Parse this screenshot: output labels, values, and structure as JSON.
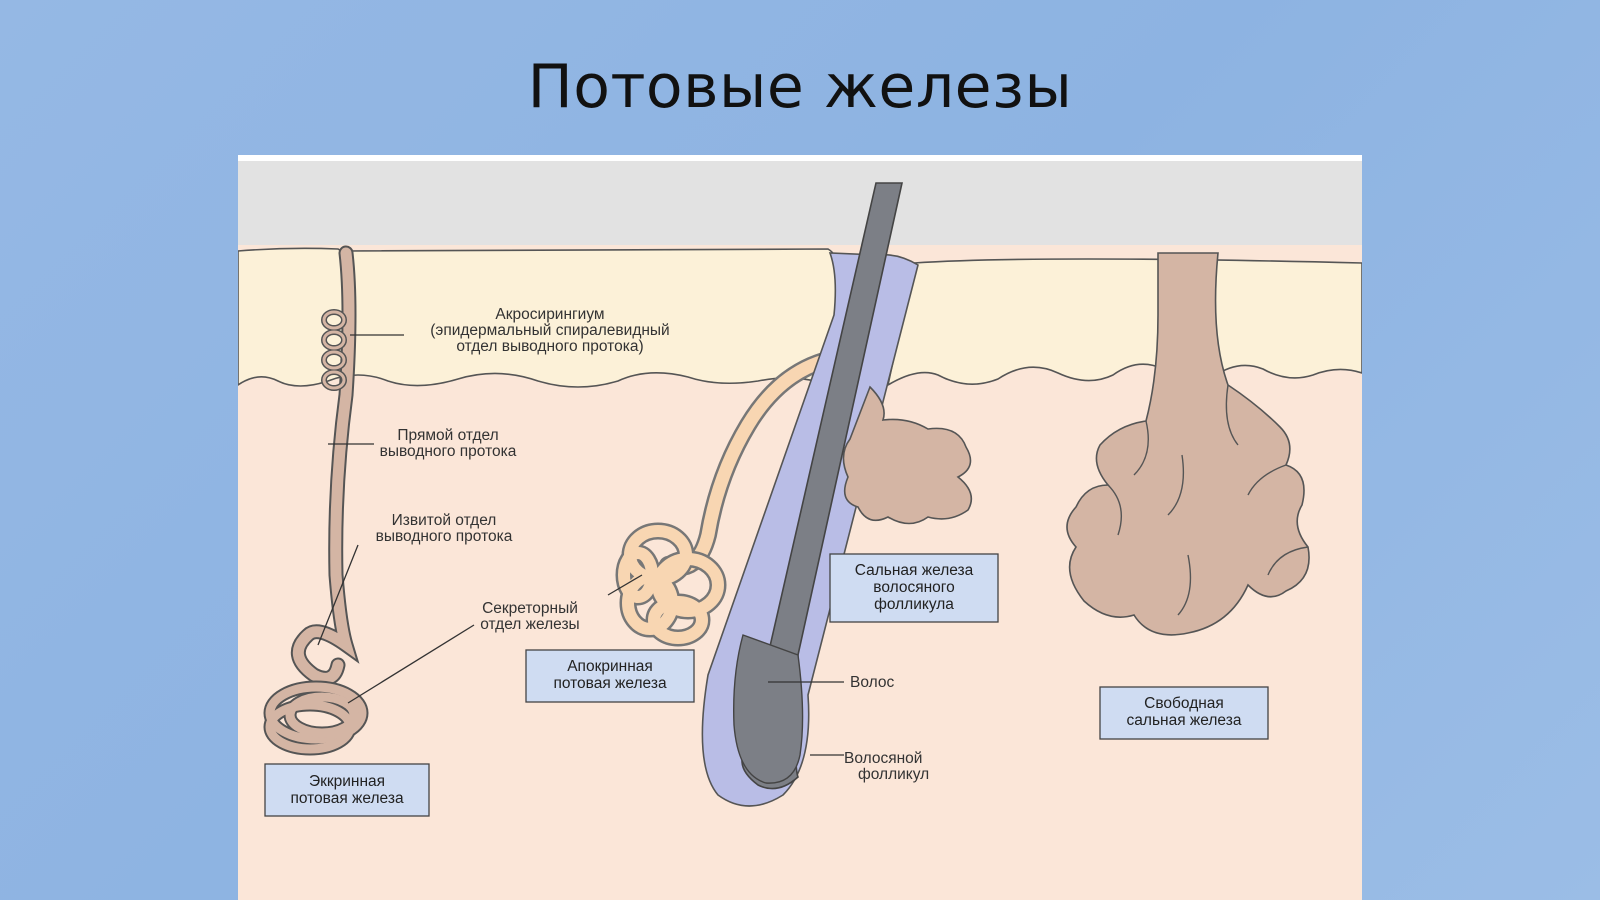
{
  "slide": {
    "title": "Потовые железы"
  },
  "diagram": {
    "labels": {
      "acrosyringium_1": "Акросирингиум",
      "acrosyringium_2": "(эпидермальный спиралевидный",
      "acrosyringium_3": "отдел выводного протока)",
      "straight_duct_1": "Прямой отдел",
      "straight_duct_2": "выводного протока",
      "coiled_duct_1": "Извитой отдел",
      "coiled_duct_2": "выводного протока",
      "secretory_1": "Секреторный",
      "secretory_2": "отдел железы",
      "hair": "Волос",
      "hair_follicle_1": "Волосяной",
      "hair_follicle_2": "фолликул"
    },
    "boxes": {
      "eccrine_1": "Эккринная",
      "eccrine_2": "потовая железа",
      "apocrine_1": "Апокринная",
      "apocrine_2": "потовая железа",
      "sebaceous_follicle_1": "Сальная железа",
      "sebaceous_follicle_2": "волосяного",
      "sebaceous_follicle_3": "фолликула",
      "free_sebaceous_1": "Свободная",
      "free_sebaceous_2": "сальная железа"
    },
    "colors": {
      "background": "#8db3e2",
      "top_band": "#e2e2e2",
      "epidermis": "#fcf1d8",
      "dermis": "#fbe6d8",
      "gland_brown": "#d4b5a4",
      "apocrine": "#f8d6b2",
      "hair": "#7c7f86",
      "follicle": "#b9bde6",
      "label_box": "#cfdcf2"
    }
  }
}
